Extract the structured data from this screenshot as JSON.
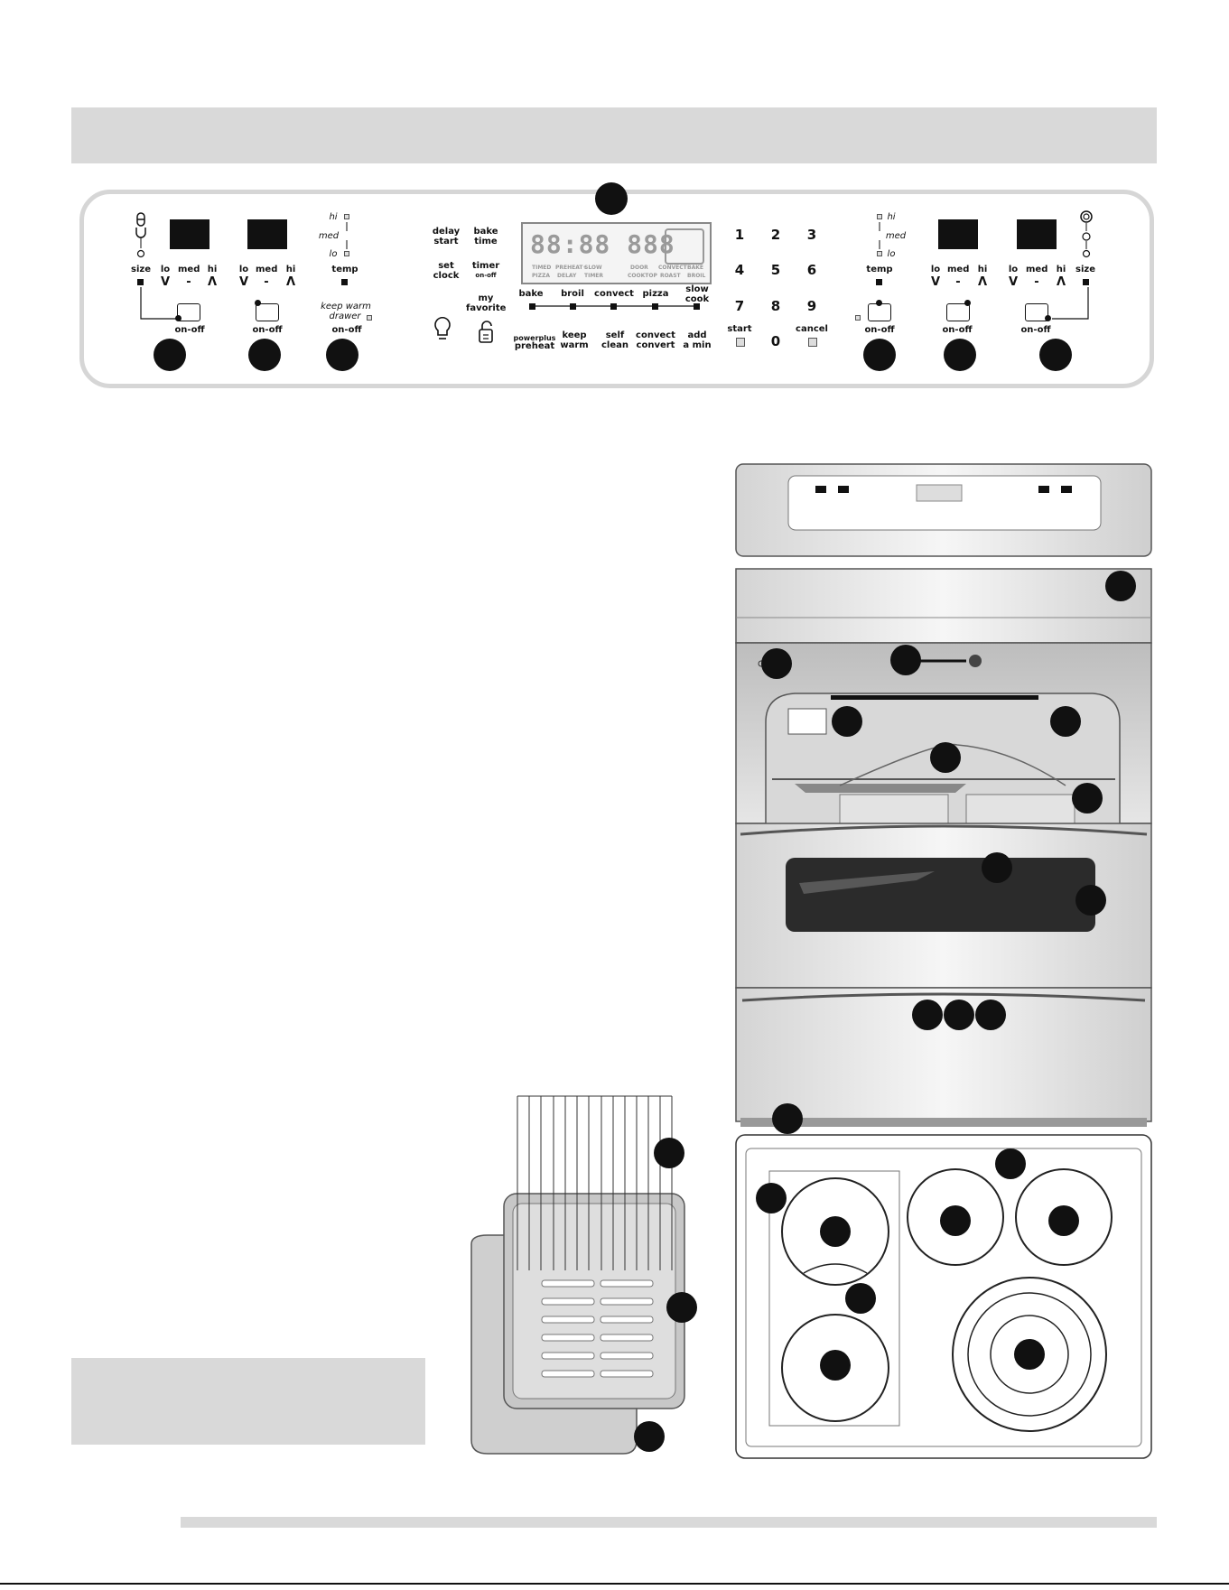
{
  "panel": {
    "left_controls": {
      "size_label": "size",
      "lo": "lo",
      "med": "med",
      "hi": "hi",
      "down": "V",
      "dash": "-",
      "up": "Λ",
      "temp": "temp",
      "hi_small": "hi",
      "med_small": "med",
      "lo_small": "lo",
      "keep_warm": "keep warm",
      "drawer": "drawer",
      "on_off": "on-off"
    },
    "center": {
      "delay": "delay",
      "start": "start",
      "bake": "bake",
      "time": "time",
      "set": "set",
      "clock": "clock",
      "timer": "timer",
      "timer_onoff": "on-off",
      "my": "my",
      "favorite": "favorite",
      "mode_bake": "bake",
      "mode_broil": "broil",
      "mode_convect": "convect",
      "mode_pizza": "pizza",
      "slow": "slow",
      "cook": "cook",
      "powerplus": "powerplus",
      "preheat": "preheat",
      "keep": "keep",
      "warm": "warm",
      "self": "self",
      "clean": "clean",
      "convect": "convect",
      "convert": "convert",
      "add": "add",
      "a_min": "a min"
    },
    "lcd": {
      "digits": "88:88 888",
      "labels_row1": [
        "TIMED",
        "PREHEAT+",
        "SLOW",
        "DOOR",
        "CONVECT",
        "BAKE"
      ],
      "labels_row2": [
        "PIZZA",
        "DELAY",
        "TIMER",
        "COOKTOP",
        "ROAST",
        "BROIL"
      ]
    },
    "keypad": {
      "keys": [
        "1",
        "2",
        "3",
        "4",
        "5",
        "6",
        "7",
        "8",
        "9",
        "0"
      ],
      "start": "start",
      "cancel": "cancel"
    }
  }
}
